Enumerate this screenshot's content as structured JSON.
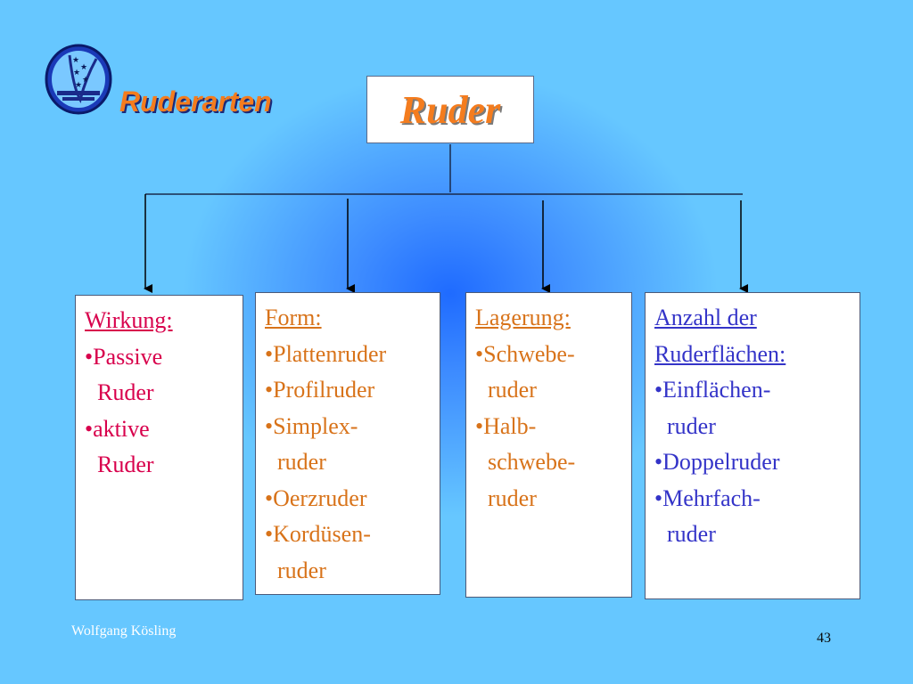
{
  "slide": {
    "title": "Ruderarten",
    "root": "Ruder",
    "footer_author": "Wolfgang Kösling",
    "page_number": "43"
  },
  "boxes": [
    {
      "heading": [
        "Wirkung:"
      ],
      "lines": [
        {
          "text": "Passive",
          "bullet": true
        },
        {
          "text": "Ruder",
          "bullet": false
        },
        {
          "text": "aktive",
          "bullet": true
        },
        {
          "text": "Ruder",
          "bullet": false
        }
      ]
    },
    {
      "heading": [
        "Form:"
      ],
      "lines": [
        {
          "text": "Plattenruder",
          "bullet": true
        },
        {
          "text": "Profilruder",
          "bullet": true
        },
        {
          "text": "Simplex-",
          "bullet": true
        },
        {
          "text": "ruder",
          "bullet": false
        },
        {
          "text": "Oerzruder",
          "bullet": true
        },
        {
          "text": "Kordüsen-",
          "bullet": true
        },
        {
          "text": "ruder",
          "bullet": false
        }
      ]
    },
    {
      "heading": [
        "Lagerung:"
      ],
      "lines": [
        {
          "text": "Schwebe-",
          "bullet": true
        },
        {
          "text": "ruder",
          "bullet": false
        },
        {
          "text": "Halb-",
          "bullet": true
        },
        {
          "text": "schwebe-",
          "bullet": false
        },
        {
          "text": "ruder",
          "bullet": false
        }
      ]
    },
    {
      "heading": [
        "Anzahl der",
        "Ruderflächen:"
      ],
      "lines": [
        {
          "text": "Einflächen-",
          "bullet": true
        },
        {
          "text": "ruder",
          "bullet": false
        },
        {
          "text": "Doppelruder",
          "bullet": true
        },
        {
          "text": "Mehrfach-",
          "bullet": true
        },
        {
          "text": "ruder",
          "bullet": false
        }
      ]
    }
  ],
  "colors": {
    "background": "#66c7ff",
    "title": "#f47c1e",
    "wirkung": "#d8004c",
    "form": "#d8731a",
    "lagerung": "#d8731a",
    "anzahl": "#3434c8"
  },
  "icons": {
    "logo": "club-emblem-icon"
  }
}
